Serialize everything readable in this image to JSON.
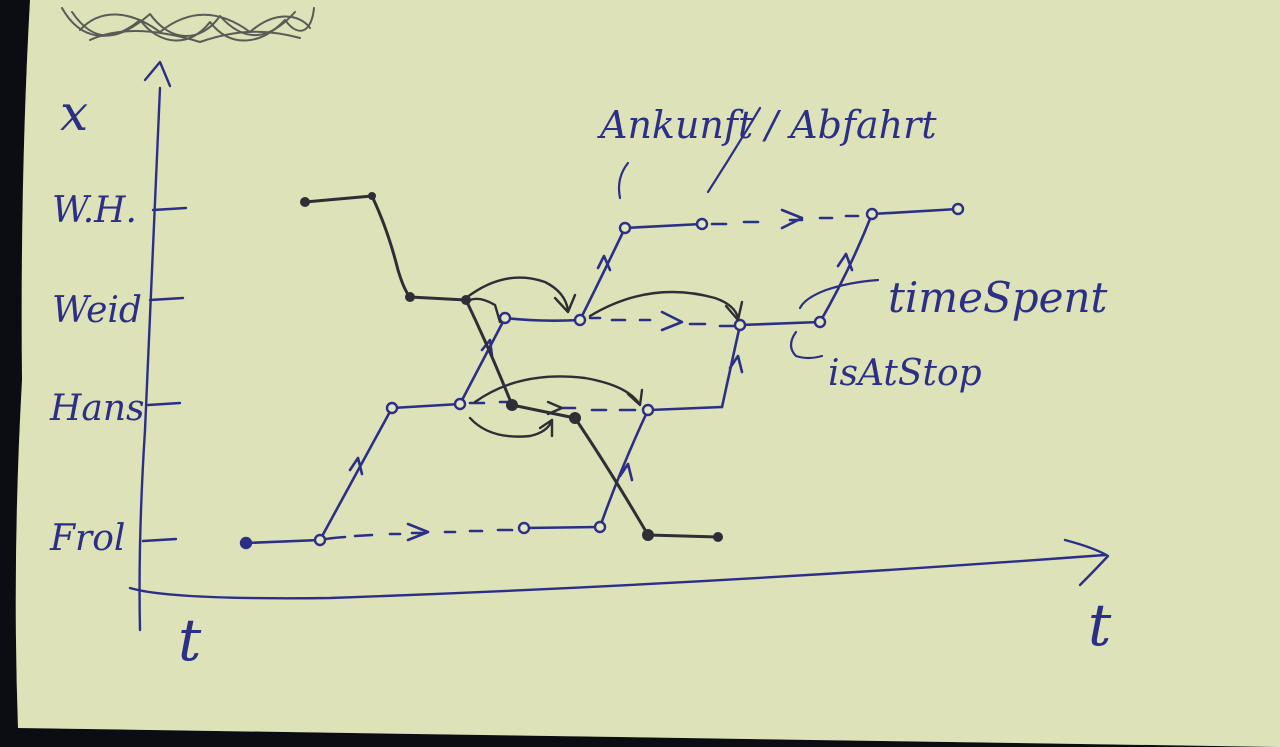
{
  "axes": {
    "y_label": "x",
    "x_label_left": "t",
    "x_label_right": "t",
    "y_ticks": [
      "W.H.",
      "Weid",
      "Hans",
      "Frol"
    ]
  },
  "annotations": {
    "arrival_departure": "Ankunft / Abfahrt",
    "time_spent": "timeSpent",
    "is_at_stop": "isAtStop"
  }
}
